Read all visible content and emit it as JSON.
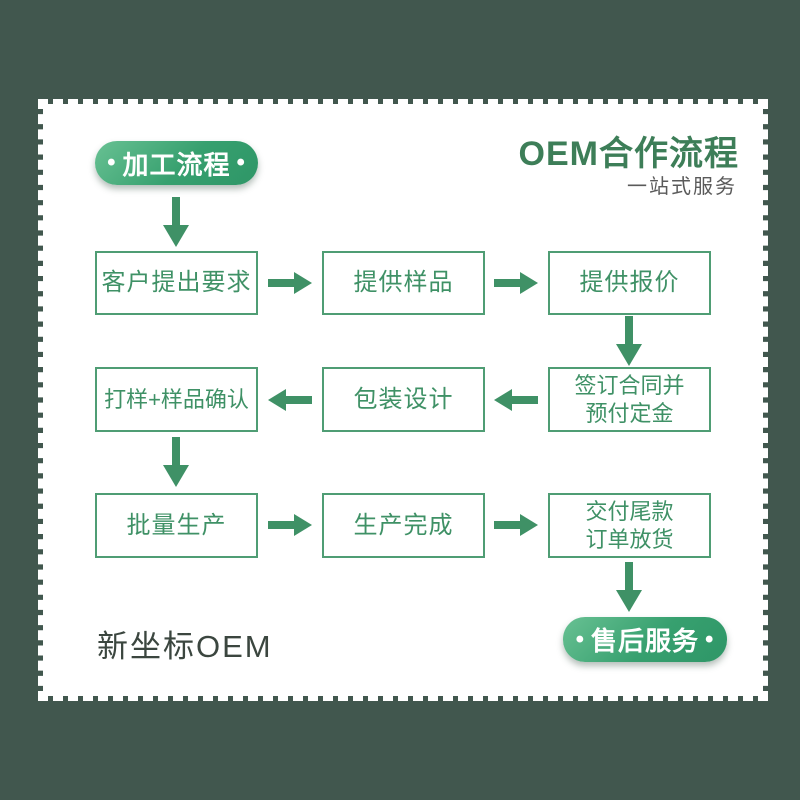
{
  "header": {
    "title": "OEM合作流程",
    "subtitle": "一站式服务"
  },
  "start_badge": {
    "dot": "•",
    "label": "加工流程"
  },
  "end_badge": {
    "dot": "•",
    "label": "售后服务"
  },
  "flow": {
    "rows": [
      {
        "direction": "right",
        "boxes": [
          {
            "lines": [
              "客户提出要求"
            ]
          },
          {
            "lines": [
              "提供样品"
            ]
          },
          {
            "lines": [
              "提供报价"
            ]
          }
        ]
      },
      {
        "direction": "left",
        "boxes": [
          {
            "lines": [
              "打样+样品确认"
            ]
          },
          {
            "lines": [
              "包装设计"
            ]
          },
          {
            "lines": [
              "签订合同并",
              "预付定金"
            ]
          }
        ]
      },
      {
        "direction": "right",
        "boxes": [
          {
            "lines": [
              "批量生产"
            ]
          },
          {
            "lines": [
              "生产完成"
            ]
          },
          {
            "lines": [
              "交付尾款",
              "订单放货"
            ]
          }
        ]
      }
    ]
  },
  "footer": {
    "brand": "新坐标OEM"
  },
  "colors": {
    "background": "#41574e",
    "panel": "#ffffff",
    "accent_green": "#3f9166",
    "box_border": "#4f9d74",
    "badge_gradient_start": "#68c193",
    "badge_gradient_end": "#2e9667",
    "title_green": "#3d7e58",
    "subtitle_gray": "#5a5a5a",
    "footer_dark": "#3b463f"
  }
}
